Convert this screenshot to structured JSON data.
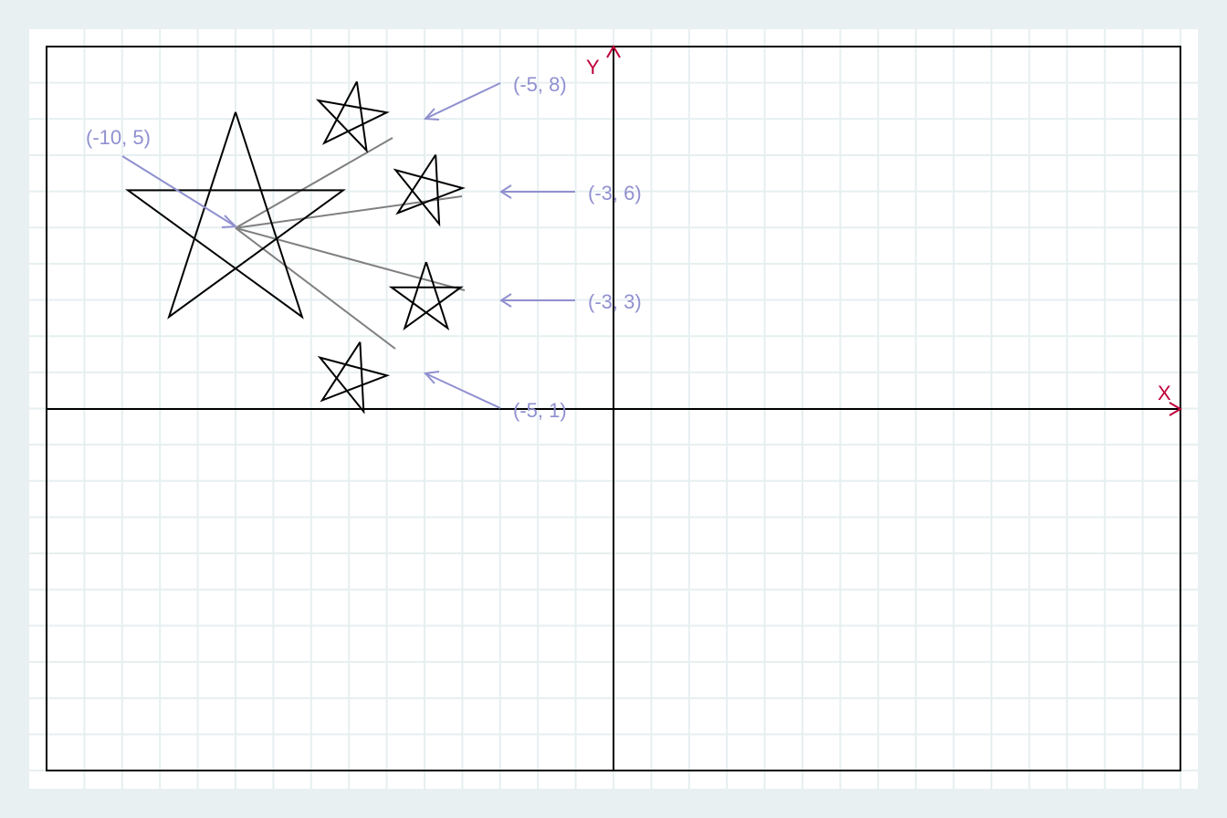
{
  "diagram": {
    "colors": {
      "page_background": "#e8f0f2",
      "plot_background": "#ffffff",
      "grid": "#e6eff0",
      "frame": "#000000",
      "axis_label": "#c0003a",
      "star": "#000000",
      "connector": "#808080",
      "callout": "#9090d0"
    },
    "axes": {
      "x_label": "X",
      "y_label": "Y",
      "x_range": [
        -15,
        15
      ],
      "y_range": [
        -10,
        10
      ]
    },
    "main_star": {
      "label": "(-10, 5)",
      "x": -10,
      "y": 5
    },
    "small_stars": [
      {
        "label": "(-5, 8)",
        "x": -5,
        "y": 8
      },
      {
        "label": "(-3, 6)",
        "x": -3,
        "y": 6
      },
      {
        "label": "(-3, 3)",
        "x": -3,
        "y": 3
      },
      {
        "label": "(-5, 1)",
        "x": -5,
        "y": 1
      }
    ]
  }
}
